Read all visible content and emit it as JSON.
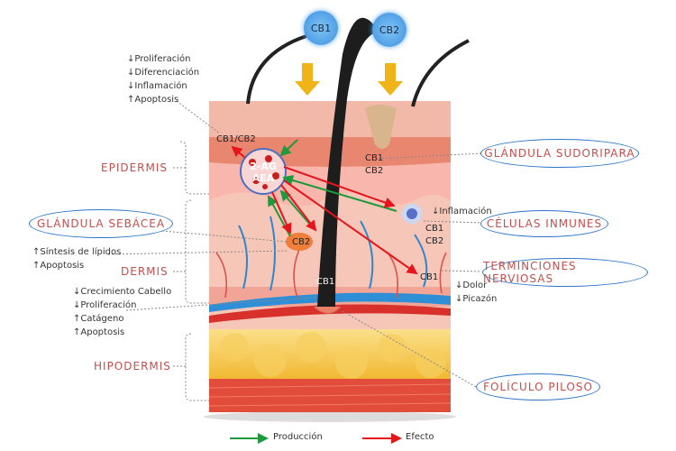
{
  "receptors_top": {
    "cb1": "CB1",
    "cb2": "CB2"
  },
  "layers": {
    "epidermis": "EPIDERMIS",
    "dermis": "DERMIS",
    "hipodermis": "HIPODERMIS"
  },
  "epidermis_effects": [
    "↓Proliferación",
    "↓Diferenciación",
    "↓Inflamación",
    "↑Apoptosis"
  ],
  "epidermis_receptor": "CB1/CB2",
  "endocannabinoids": [
    "2-AG",
    "AEA"
  ],
  "sebaceous": {
    "label": "GLÁNDULA SEBÁCEA",
    "receptor": "CB2",
    "effects": [
      "↑Síntesis de lípidos",
      "↑Apoptosis"
    ]
  },
  "hair_follicle": {
    "label": "FOLÍCULO PILOSO",
    "receptor": "CB1",
    "effects": [
      "↓Crecimiento Cabello",
      "↓Proliferación",
      "↑Catágeno",
      "↑Apoptosis"
    ]
  },
  "sweat_gland": {
    "label": "GLÁNDULA SUDORIPARA",
    "receptors": [
      "CB1",
      "CB2"
    ]
  },
  "immune_cells": {
    "label": "CÉLULAS INMUNES",
    "receptors": [
      "CB1",
      "CB2"
    ],
    "effects": [
      "↓Inflamación"
    ]
  },
  "nerve_endings": {
    "label": "TERMINCIONES NERVIOSAS",
    "receptor": "CB1",
    "effects": [
      "↓Dolor",
      "↓Picazón"
    ]
  },
  "legend": {
    "production": "Producción",
    "effect": "Efecto"
  },
  "colors": {
    "production": "#1e9a3c",
    "effect": "#e8141c",
    "oval": "#2e75c8",
    "label": "#c0504d"
  }
}
